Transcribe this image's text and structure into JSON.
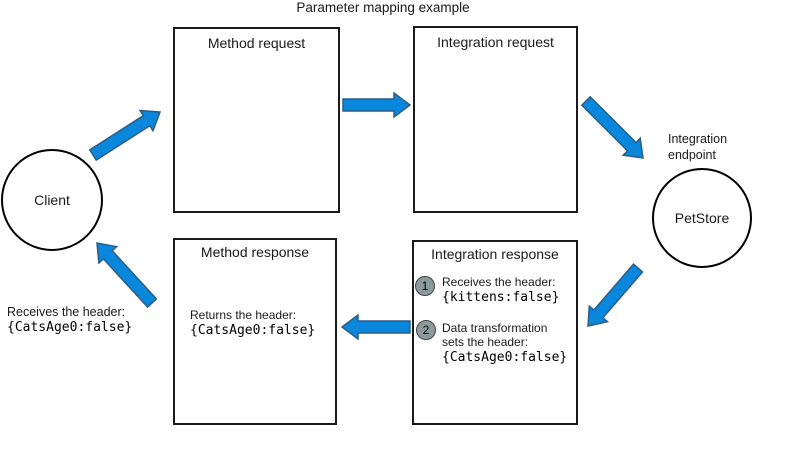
{
  "title": "Parameter mapping example",
  "colors": {
    "arrow_fill": "#0887dc",
    "arrow_stroke": "#2e5d85",
    "badge_fill": "#8d9a9c",
    "badge_stroke": "#3f4547"
  },
  "nodes": {
    "client": {
      "label": "Client"
    },
    "petstore": {
      "label": "PetStore",
      "caption_line1": "Integration",
      "caption_line2": "endpoint"
    }
  },
  "boxes": {
    "method_request": {
      "title": "Method request"
    },
    "integration_request": {
      "title": "Integration request"
    },
    "method_response": {
      "title": "Method response",
      "body_label": "Returns the header:",
      "body_code": "{CatsAge0:false}"
    },
    "integration_response": {
      "title": "Integration response",
      "steps": [
        {
          "num": "1",
          "line1": "Receives the header:",
          "code": "{kittens:false}"
        },
        {
          "num": "2",
          "line1": "Data transformation",
          "line2": "sets the header:",
          "code": "{CatsAge0:false}"
        }
      ]
    }
  },
  "client_note": {
    "label": "Receives the header:",
    "code": "{CatsAge0:false}"
  }
}
